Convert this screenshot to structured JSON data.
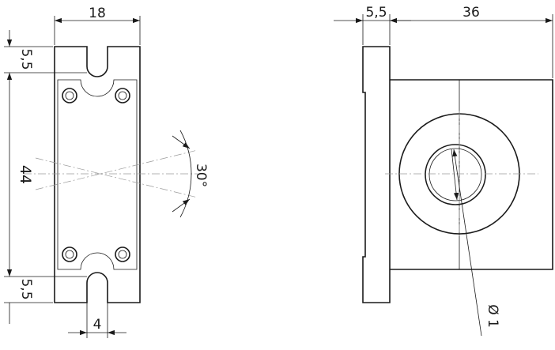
{
  "dimensions": {
    "front_width": "18",
    "top_slot_height": "5,5",
    "body_height": "44",
    "bottom_slot_height": "5,5",
    "slot_width": "4",
    "angle": "30°",
    "side_flange_width": "5,5",
    "side_body_width": "36",
    "bore_diameter": "Ø 1"
  }
}
